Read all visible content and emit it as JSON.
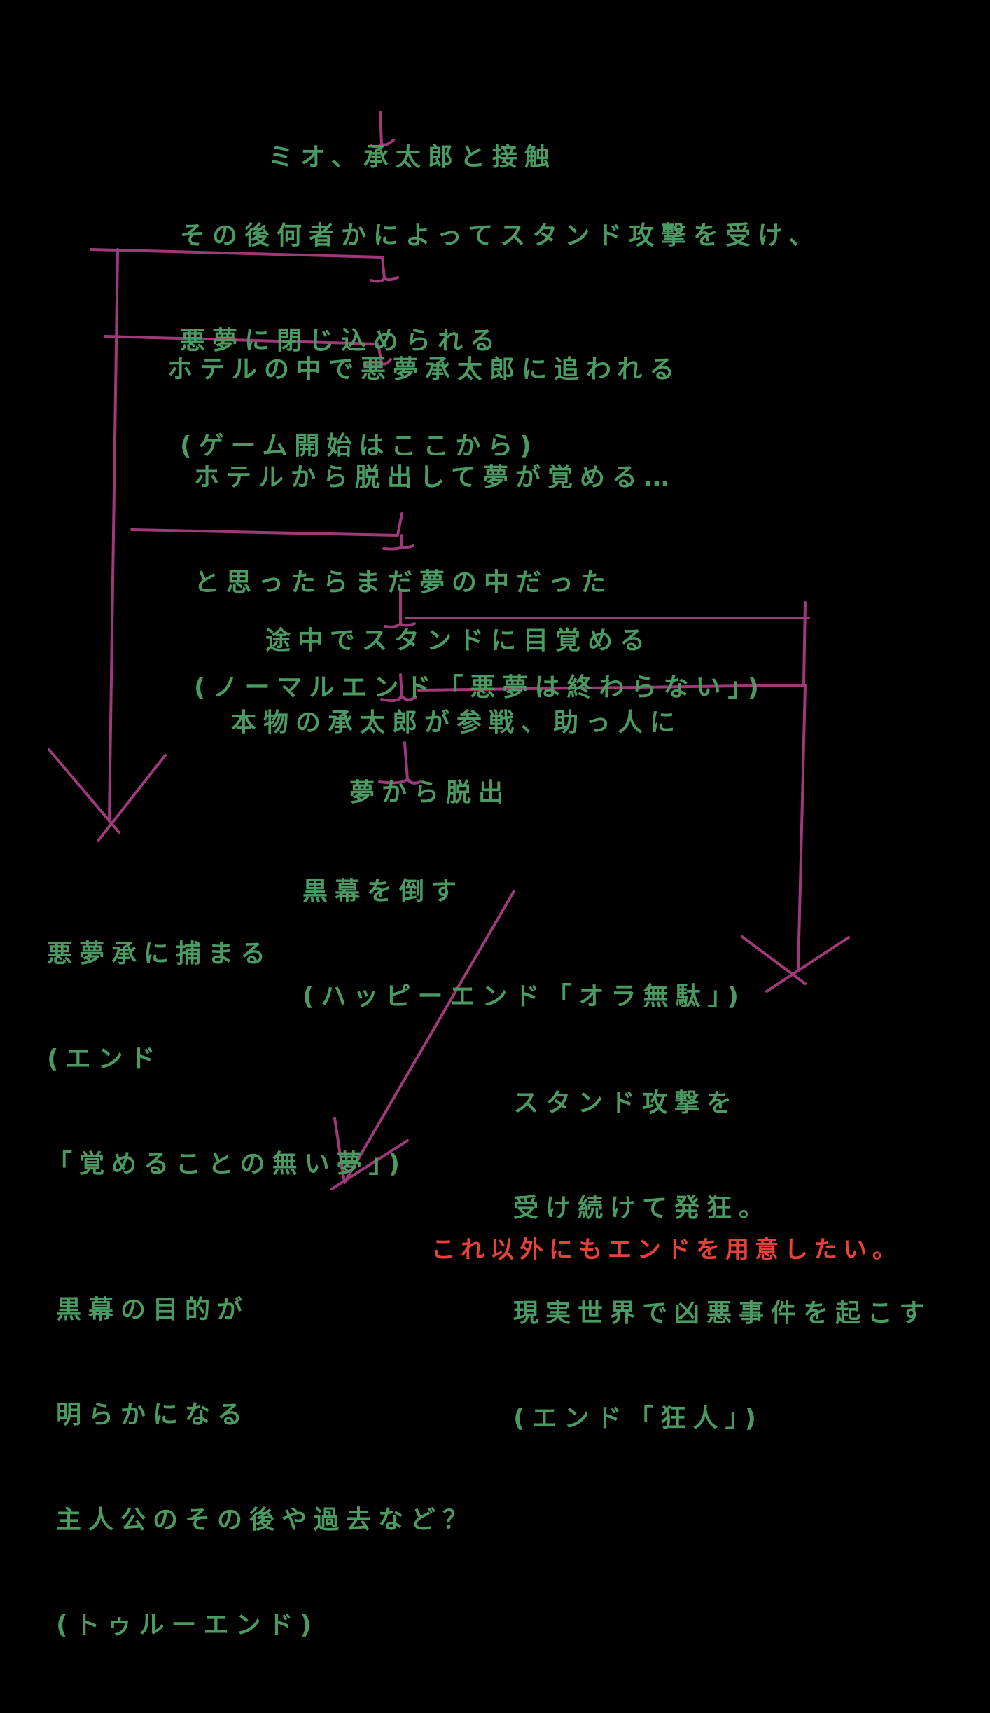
{
  "colors": {
    "background": "#000000",
    "text": "#4a9a62",
    "note_text": "#e8403a",
    "arrows": "#9e3a7a"
  },
  "nodes": {
    "contact": [
      "ミオ、承太郎と接触"
    ],
    "attacked": [
      "その後何者かによってスタンド攻撃を受け、",
      "悪夢に閉じ込められる",
      "(ゲーム開始はここから)"
    ],
    "chased": [
      "ホテルの中で悪夢承太郎に追われる"
    ],
    "normal_end": [
      "ホテルから脱出して夢が覚める…",
      "と思ったらまだ夢の中だった",
      "(ノーマルエンド「悪夢は終わらない」)"
    ],
    "awaken": [
      "途中でスタンドに目覚める"
    ],
    "jotaro_joins": [
      "本物の承太郎が参戦、助っ人に"
    ],
    "escape": [
      "夢から脱出"
    ],
    "happy_end": [
      "黒幕を倒す",
      "(ハッピーエンド「オラ無駄」)"
    ],
    "captured_end": [
      "悪夢承に捕まる",
      "(エンド",
      "「覚めることの無い夢」)"
    ],
    "madman_end": [
      "スタンド攻撃を",
      "受け続けて発狂。",
      "現実世界で凶悪事件を起こす",
      "(エンド「狂人」)"
    ],
    "true_end": [
      "黒幕の目的が",
      "明らかになる",
      "主人公のその後や過去など？",
      "(トゥルーエンド)"
    ]
  },
  "note": "これ以外にもエンドを用意したい。"
}
